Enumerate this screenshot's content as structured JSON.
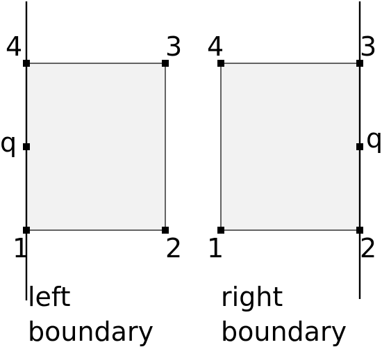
{
  "colors": {
    "fill": "#f2f2f2",
    "stroke": "#000000",
    "background": "#ffffff"
  },
  "left_panel": {
    "corner_labels": [
      "1",
      "2",
      "3",
      "4"
    ],
    "mid_label": "q",
    "caption_line1": "left",
    "caption_line2": "boundary"
  },
  "right_panel": {
    "corner_labels": [
      "1",
      "2",
      "3",
      "4"
    ],
    "mid_label": "q",
    "caption_line1": "right",
    "caption_line2": "boundary"
  }
}
